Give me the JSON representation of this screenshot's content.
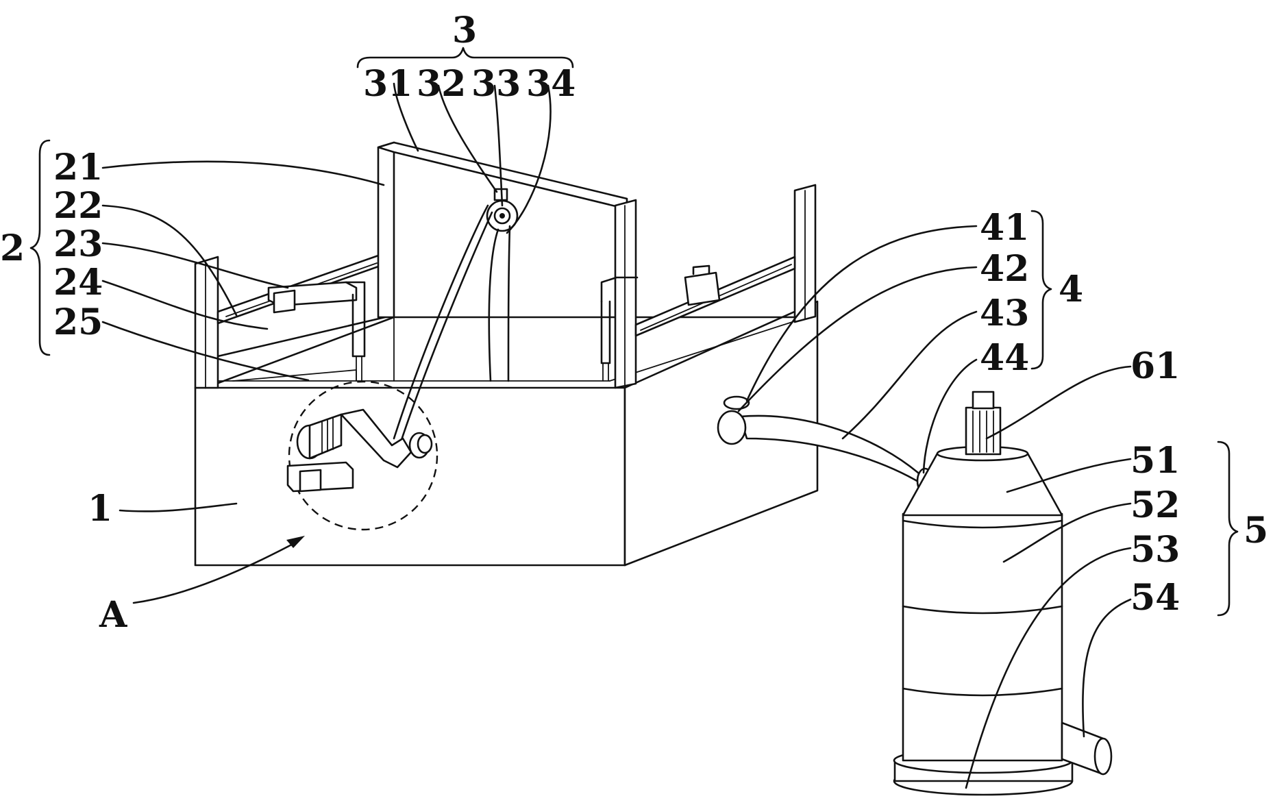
{
  "labels": {
    "n1": "1",
    "n2": "2",
    "n21": "21",
    "n22": "22",
    "n23": "23",
    "n24": "24",
    "n25": "25",
    "n3": "3",
    "n31": "31",
    "n32": "32",
    "n33": "33",
    "n34": "34",
    "n4": "4",
    "n41": "41",
    "n42": "42",
    "n43": "43",
    "n44": "44",
    "n5": "5",
    "n51": "51",
    "n52": "52",
    "n53": "53",
    "n54": "54",
    "n61": "61",
    "detail": "A"
  }
}
